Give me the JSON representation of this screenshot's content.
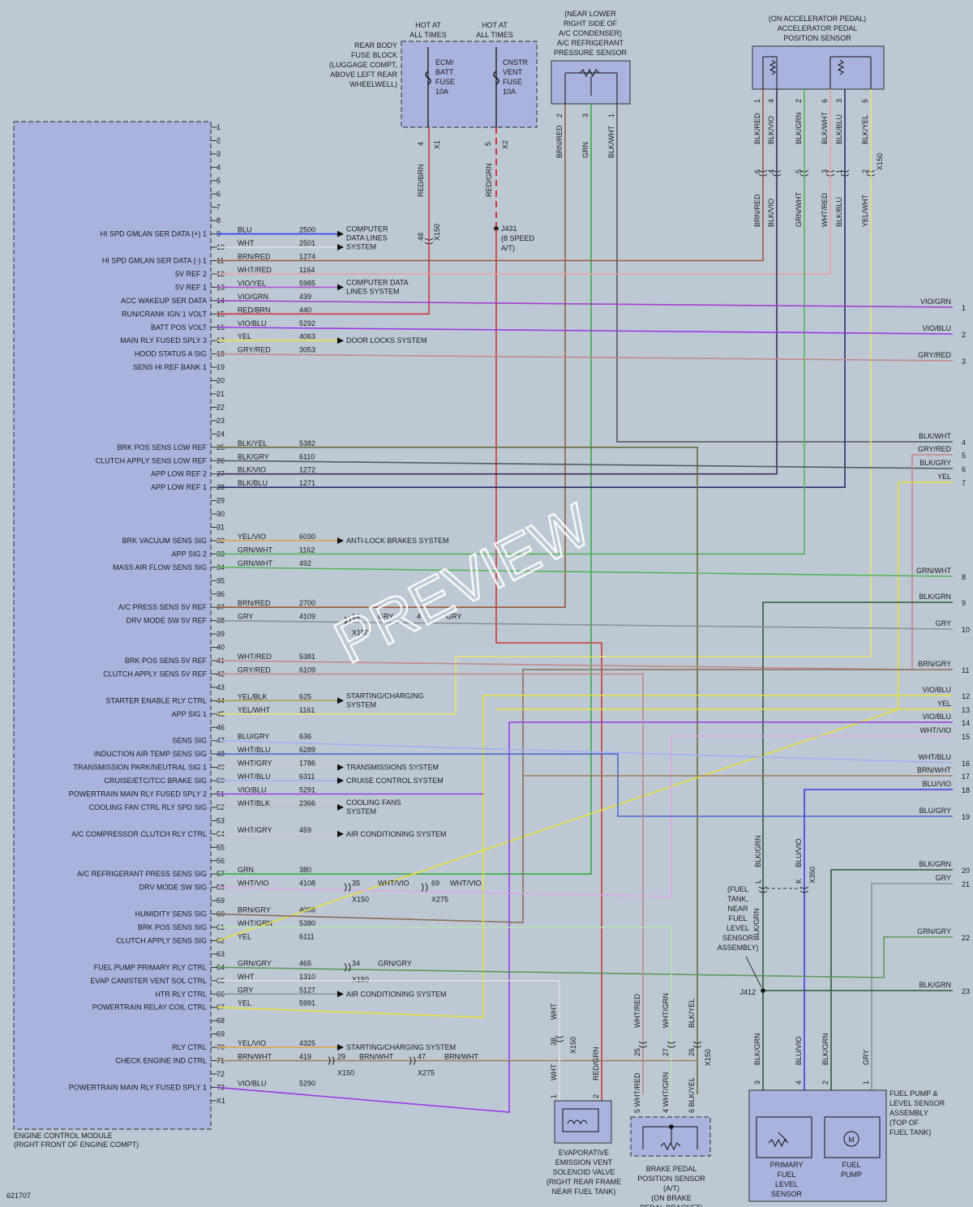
{
  "watermark": "PREVIEW",
  "diagram_id": "621707",
  "ecm": {
    "name": [
      "ENGINE CONTROL MODULE",
      "(RIGHT FRONT OF ENGINE COMPT)"
    ],
    "pins": [
      {
        "n": "1"
      },
      {
        "n": "2"
      },
      {
        "n": "3"
      },
      {
        "n": "4"
      },
      {
        "n": "5"
      },
      {
        "n": "6"
      },
      {
        "n": "7"
      },
      {
        "n": "8"
      },
      {
        "n": "9",
        "label": "HI SPD GMLAN SER DATA (+) 1",
        "color": "BLU",
        "circuit": "2500",
        "hex": "#2d3df0",
        "dest": "x",
        "arrow": "COMPUTER|DATA LINES|SYSTEM"
      },
      {
        "n": "10",
        "color": "WHT",
        "circuit": "2501",
        "hex": "#dddddd",
        "arrow": ""
      },
      {
        "n": "11",
        "label": "HI SPD GMLAN SER DATA (-) 1",
        "color": "BRN/RED",
        "circuit": "1274",
        "hex": "#9a5a3c"
      },
      {
        "n": "12",
        "label": "5V REF 2",
        "color": "WHT/RED",
        "circuit": "1164",
        "hex": "#e5a2a2"
      },
      {
        "n": "13",
        "label": "5V REF 1",
        "color": "VIO/YEL",
        "circuit": "5985",
        "hex": "#b054d1",
        "arrow": "COMPUTER DATA|LINES SYSTEM"
      },
      {
        "n": "14",
        "label": "ACC WAKEUP SER DATA",
        "color": "VIO/GRN",
        "circuit": "439",
        "hex": "#a342c8"
      },
      {
        "n": "15",
        "label": "RUN/CRANK IGN 1 VOLT",
        "color": "RED/BRN",
        "circuit": "440",
        "hex": "#d1343a"
      },
      {
        "n": "16",
        "label": "BATT POS VOLT",
        "color": "VIO/BLU",
        "circuit": "5292",
        "hex": "#9b3be0"
      },
      {
        "n": "17",
        "label": "MAIN RLY FUSED SPLY 3",
        "color": "YEL",
        "circuit": "4063",
        "hex": "#e6e03a",
        "arrow": "DOOR LOCKS SYSTEM"
      },
      {
        "n": "18",
        "label": "HOOD STATUS A SIG",
        "color": "GRY/RED",
        "circuit": "3053",
        "hex": "#c28a8a"
      },
      {
        "n": "19",
        "label": "SENS HI REF BANK 1"
      },
      {
        "n": "20"
      },
      {
        "n": "21"
      },
      {
        "n": "22"
      },
      {
        "n": "23"
      },
      {
        "n": "24"
      },
      {
        "n": "25",
        "label": "BRK POS SENS LOW REF",
        "color": "BLK/YEL",
        "circuit": "5382",
        "hex": "#6b6c3a"
      },
      {
        "n": "26",
        "label": "CLUTCH APPLY SENS LOW REF",
        "color": "BLK/GRY",
        "circuit": "6110",
        "hex": "#555a60"
      },
      {
        "n": "27",
        "label": "APP LOW REF 2",
        "color": "BLK/VIO",
        "circuit": "1272",
        "hex": "#3e2d5c"
      },
      {
        "n": "28",
        "label": "APP LOW REF 1",
        "color": "BLK/BLU",
        "circuit": "1271",
        "hex": "#262d6a"
      },
      {
        "n": "29"
      },
      {
        "n": "30"
      },
      {
        "n": "31"
      },
      {
        "n": "32",
        "label": "BRK VACUUM SENS SIG",
        "color": "YEL/VIO",
        "circuit": "6030",
        "hex": "#d9a550",
        "arrow": "ANTI-LOCK BRAKES SYSTEM"
      },
      {
        "n": "33",
        "label": "APP SIG 2",
        "color": "GRN/WHT",
        "circuit": "1162",
        "hex": "#55b35a"
      },
      {
        "n": "34",
        "label": "MASS AIR FLOW SENS SIG",
        "color": "GRN/WHT",
        "circuit": "492",
        "hex": "#55b35a"
      },
      {
        "n": "35"
      },
      {
        "n": "36"
      },
      {
        "n": "37",
        "label": "A/C PRESS SENS 5V REF",
        "color": "BRN/RED",
        "circuit": "2700",
        "hex": "#9a5a3c"
      },
      {
        "n": "38",
        "label": "DRV MODE SW 5V REF",
        "color": "GRY",
        "circuit": "4109",
        "hex": "#8c9196"
      },
      {
        "n": "39"
      },
      {
        "n": "40"
      },
      {
        "n": "41",
        "label": "BRK POS SENS 5V REF",
        "color": "WHT/RED",
        "circuit": "5381",
        "hex": "#e5a2a2"
      },
      {
        "n": "42",
        "label": "CLUTCH APPLY SENS 5V REF",
        "color": "GRY/RED",
        "circuit": "6109",
        "hex": "#c28a8a"
      },
      {
        "n": "43"
      },
      {
        "n": "44",
        "label": "STARTER ENABLE RLY CTRL",
        "color": "YEL/BLK",
        "circuit": "625",
        "hex": "#a8a248",
        "arrow": "STARTING/CHARGING|SYSTEM"
      },
      {
        "n": "45",
        "label": "APP SIG 1",
        "color": "YEL/WHT",
        "circuit": "1161",
        "hex": "#e8e46c"
      },
      {
        "n": "46"
      },
      {
        "n": "47",
        "label": "SENS SIG",
        "color": "BLU/GRY",
        "circuit": "636",
        "hex": "#4e6bc8"
      },
      {
        "n": "48",
        "label": "INDUCTION AIR TEMP SENS SIG",
        "color": "WHT/BLU",
        "circuit": "6289",
        "hex": "#9fb0f0"
      },
      {
        "n": "49",
        "label": "TRANSMISSION PARK/NEUTRAL SIG 1",
        "color": "WHT/GRY",
        "circuit": "1786",
        "hex": "#cccccc",
        "arrow": "TRANSMISSIONS SYSTEM"
      },
      {
        "n": "50",
        "label": "CRUISE/ETC/TCC BRAKE SIG",
        "color": "WHT/BLU",
        "circuit": "6311",
        "hex": "#9fb0f0",
        "arrow": "CRUISE CONTROL SYSTEM"
      },
      {
        "n": "51",
        "label": "POWERTRAIN MAIN RLY FUSED SPLY 2",
        "color": "VIO/BLU",
        "circuit": "5291",
        "hex": "#9b3be0"
      },
      {
        "n": "52",
        "label": "COOLING FAN CTRL RLY SPD SIG",
        "color": "WHT/BLK",
        "circuit": "2366",
        "hex": "#bfbfbf",
        "arrow": "COOLING FANS|SYSTEM"
      },
      {
        "n": "53"
      },
      {
        "n": "54",
        "label": "A/C COMPRESSOR CLUTCH RLY CTRL",
        "color": "WHT/GRY",
        "circuit": "459",
        "hex": "#cccccc",
        "arrow": "AIR CONDITIONING SYSTEM"
      },
      {
        "n": "55"
      },
      {
        "n": "56"
      },
      {
        "n": "57",
        "label": "A/C REFRIGERANT PRESS SENS SIG",
        "color": "GRN",
        "circuit": "380",
        "hex": "#3aa846"
      },
      {
        "n": "58",
        "label": "DRV MODE SW SIG",
        "color": "WHT/VIO",
        "circuit": "4108",
        "hex": "#d8a8e8"
      },
      {
        "n": "59"
      },
      {
        "n": "60",
        "label": "HUMIDITY SENS SIG",
        "color": "BRN/GRY",
        "circuit": "4008",
        "hex": "#8a6e5a"
      },
      {
        "n": "61",
        "label": "BRK POS SENS SIG",
        "color": "WHT/GRN",
        "circuit": "5380",
        "hex": "#b5e0b5"
      },
      {
        "n": "62",
        "label": "CLUTCH APPLY SENS SIG",
        "color": "YEL",
        "circuit": "6111",
        "hex": "#e6e03a"
      },
      {
        "n": "63"
      },
      {
        "n": "64",
        "label": "FUEL PUMP PRIMARY RLY CTRL",
        "color": "GRN/GRY",
        "circuit": "465",
        "hex": "#5a9a5a"
      },
      {
        "n": "65",
        "label": "EVAP CANISTER VENT SOL CTRL",
        "color": "WHT",
        "circuit": "1310",
        "hex": "#dddddd"
      },
      {
        "n": "66",
        "label": "HTR RLY CTRL",
        "color": "GRY",
        "circuit": "5127",
        "hex": "#8c9196",
        "arrow": "AIR CONDITIONING SYSTEM"
      },
      {
        "n": "67",
        "label": "POWERTRAIN RELAY COIL CTRL",
        "color": "YEL",
        "circuit": "5991",
        "hex": "#e6e03a"
      },
      {
        "n": "68"
      },
      {
        "n": "69"
      },
      {
        "n": "70",
        "label": "RLY CTRL",
        "color": "YEL/VIO",
        "circuit": "4325",
        "hex": "#d9a550",
        "arrow": "STARTING/CHARGING SYSTEM"
      },
      {
        "n": "71",
        "label": "CHECK ENGINE IND CTRL",
        "color": "BRN/WHT",
        "circuit": "419",
        "hex": "#a07d5a"
      },
      {
        "n": "72"
      },
      {
        "n": "73",
        "label": "POWERTRAIN MAIN RLY FUSED SPLY 1",
        "color": "VIO/BLU",
        "circuit": "5290",
        "hex": "#9b3be0"
      },
      {
        "n": "X1"
      }
    ]
  },
  "fuse_block": {
    "label": [
      "REAR BODY",
      "FUSE BLOCK",
      "(LUGGAGE COMPT,",
      "ABOVE LEFT REAR",
      "WHEELWELL)"
    ],
    "hot1": [
      "HOT AT",
      "ALL TIMES"
    ],
    "hot2": [
      "HOT AT",
      "ALL TIMES"
    ],
    "fuse1": [
      "ECM/",
      "BATT",
      "FUSE",
      "10A"
    ],
    "fuse2": [
      "CNSTR",
      "VENT",
      "FUSE",
      "10A"
    ],
    "f1_pin": "4",
    "f1_conn": "X1",
    "f1_wire": "RED/BRN",
    "f2_pin": "5",
    "f2_conn": "X2",
    "f2_wire": "RED/GRN",
    "c48": "48",
    "c48conn": "X150",
    "j431": [
      "J431",
      "(8 SPEED",
      "A/T)"
    ]
  },
  "ac_sensor": {
    "label": [
      "(NEAR LOWER",
      "RIGHT SIDE OF",
      "A/C CONDENSER)",
      "A/C REFRIGERANT",
      "PRESSURE SENSOR"
    ],
    "pins": [
      {
        "n": "2",
        "w": "BRN/RED"
      },
      {
        "n": "3",
        "w": "GRN"
      },
      {
        "n": "1",
        "w": "BLK/WHT"
      }
    ]
  },
  "app_sensor": {
    "label": [
      "(ON ACCELERATOR PEDAL)",
      "ACCELERATOR PEDAL",
      "POSITION SENSOR"
    ],
    "top": [
      {
        "n": "1",
        "w": "BLK/RED"
      },
      {
        "n": "4",
        "w": "BLK/VIO"
      },
      {
        "n": "2",
        "w": "BLK/GRN"
      },
      {
        "n": "6",
        "w": "BLK/WHT"
      },
      {
        "n": "3",
        "w": "BLK/BLU"
      },
      {
        "n": "5",
        "w": "BLK/YEL"
      }
    ],
    "conn": "X150",
    "mid": [
      {
        "n": "6",
        "w": "BRN/RED"
      },
      {
        "n": "4",
        "w": "BLK/VIO"
      },
      {
        "n": "5",
        "w": "GRN/WHT"
      },
      {
        "n": "3",
        "w": "WHT/RED"
      },
      {
        "n": "1",
        "w": "BLK/BLU"
      },
      {
        "n": "2",
        "w": "YEL/WHT"
      }
    ]
  },
  "right_ends": [
    {
      "n": "1",
      "c": "VIO/GRN"
    },
    {
      "n": "2",
      "c": "VIO/BLU"
    },
    {
      "n": "3",
      "c": "GRY/RED"
    },
    {
      "n": "4",
      "c": "BLK/WHT"
    },
    {
      "n": "5",
      "c": "GRY/RED"
    },
    {
      "n": "6",
      "c": "BLK/GRY"
    },
    {
      "n": "7",
      "c": "YEL"
    },
    {
      "n": "8",
      "c": "GRN/WHT"
    },
    {
      "n": "9",
      "c": "BLK/GRN"
    },
    {
      "n": "10",
      "c": "GRY"
    },
    {
      "n": "11",
      "c": "BRN/GRY"
    },
    {
      "n": "12",
      "c": "VIO/BLU"
    },
    {
      "n": "13",
      "c": "YEL"
    },
    {
      "n": "14",
      "c": "VIO/BLU"
    },
    {
      "n": "15",
      "c": "WHT/VIO"
    },
    {
      "n": "16",
      "c": "WHT/BLU"
    },
    {
      "n": "17",
      "c": "BRN/WHT"
    },
    {
      "n": "18",
      "c": "BLU/VIO"
    },
    {
      "n": "19",
      "c": "BLU/GRY"
    },
    {
      "n": "20",
      "c": "BLK/GRN"
    },
    {
      "n": "21",
      "c": "GRY"
    },
    {
      "n": "22",
      "c": "GRN/GRY"
    },
    {
      "n": "23",
      "c": "BLK/GRN"
    }
  ],
  "inline": {
    "p38": {
      "c": "14",
      "conn": "X150",
      "w1": "GRY",
      "c2": "4",
      "w2": "GRY"
    },
    "p58": {
      "c": "35",
      "conn": "X150",
      "w1": "WHT/VIO",
      "c2": "69",
      "conn2": "X275",
      "w2": "WHT/VIO"
    },
    "p64": {
      "c": "34",
      "conn": "X150",
      "w1": "GRN/GRY"
    },
    "p71": {
      "c": "29",
      "conn": "X150",
      "w1": "BRN/WHT",
      "c2": "47",
      "conn2": "X275",
      "w2": "BRN/WHT"
    }
  },
  "evap": {
    "label": [
      "EVAPORATIVE",
      "EMISSION VENT",
      "SOLENOID VALVE",
      "(RIGHT REAR FRAME",
      "NEAR FUEL TANK)"
    ],
    "w_top": "WHT",
    "c": "38",
    "conn": "X150",
    "w1": "WHT",
    "w2": "RED/GRN",
    "p1": "1",
    "p2": "2"
  },
  "brake": {
    "label": [
      "BRAKE PEDAL",
      "POSITION SENSOR",
      "(A/T)",
      "(ON BRAKE",
      "PEDAL BRACKET)"
    ],
    "top": [
      {
        "w": "WHT/RED",
        "c": "25"
      },
      {
        "w": "WHT/GRN",
        "c": "27"
      },
      {
        "w": "BLK/YEL",
        "c": "26"
      }
    ],
    "conn": "X150",
    "pins": [
      {
        "n": "5",
        "w": "WHT/RED"
      },
      {
        "n": "4",
        "w": "WHT/GRN"
      },
      {
        "n": "6",
        "w": "BLK/YEL"
      }
    ]
  },
  "fuel": {
    "label": [
      "FUEL PUMP &",
      "LEVEL SENSOR",
      "ASSEMBLY",
      "(TOP OF",
      "FUEL TANK)"
    ],
    "note": [
      "(FUEL",
      "TANK,",
      "NEAR",
      "FUEL",
      "LEVEL",
      "SENSOR",
      "ASSEMBLY)"
    ],
    "top_l": "BLK/GRN",
    "top_lc": "L",
    "top_r": "BLU/VIO",
    "top_rc": "K",
    "conn": "X350",
    "j412": "J412",
    "blkgrn_mid": "BLK/GRN",
    "pins": [
      {
        "n": "3",
        "w": "BLK/GRN"
      },
      {
        "n": "4",
        "w": "BLU/VIO"
      },
      {
        "n": "2",
        "w": "BLK/GRN"
      },
      {
        "n": "1",
        "w": "GRY"
      }
    ],
    "primary": [
      "PRIMARY",
      "FUEL",
      "LEVEL",
      "SENSOR"
    ],
    "pump": [
      "FUEL",
      "PUMP"
    ],
    "motor": "M"
  }
}
